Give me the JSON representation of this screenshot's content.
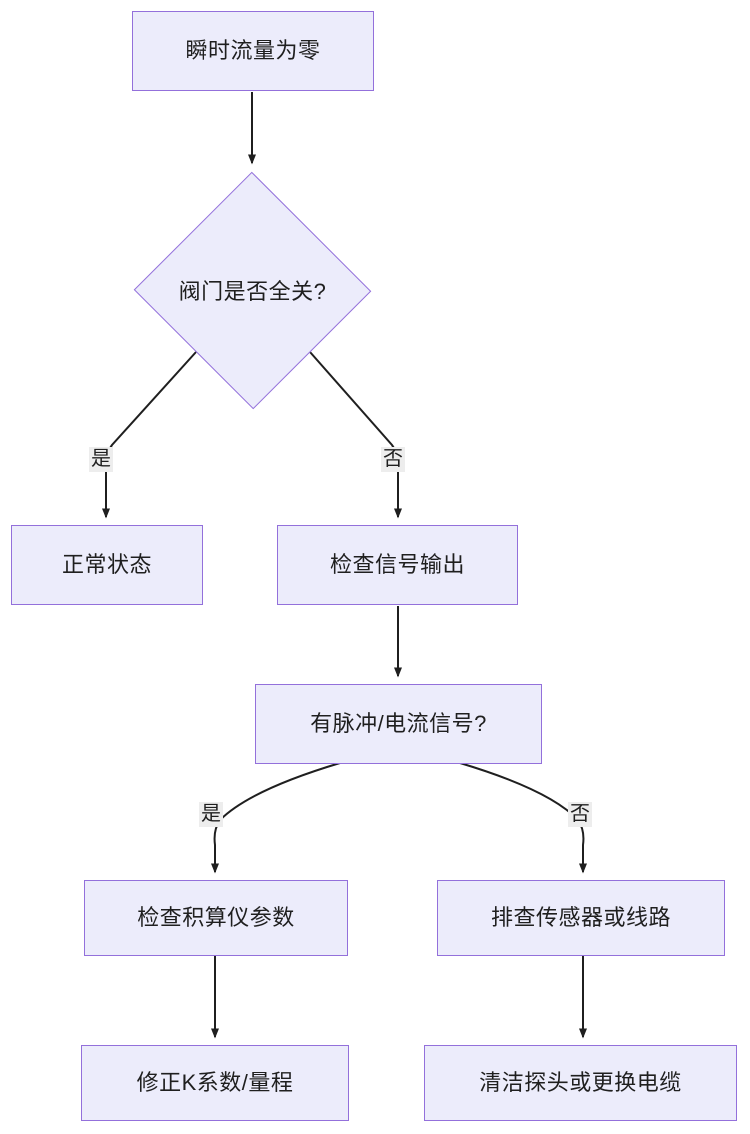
{
  "diagram": {
    "type": "flowchart",
    "title": "",
    "orientation": "top-down",
    "theme": {
      "node_fill": "#ececfb",
      "node_border": "#9370db",
      "edge_color": "#1f1f1f",
      "edge_label_bg": "#ededed",
      "text_color": "#1f1f1f",
      "background": "#ffffff"
    },
    "nodes": [
      {
        "id": "n1",
        "label": "瞬时流量为零",
        "shape": "rect"
      },
      {
        "id": "n2",
        "label": "阀门是否全关?",
        "shape": "diamond"
      },
      {
        "id": "n3",
        "label": "正常状态",
        "shape": "rect"
      },
      {
        "id": "n4",
        "label": "检查信号输出",
        "shape": "rect"
      },
      {
        "id": "n5",
        "label": "有脉冲/电流信号?",
        "shape": "rect"
      },
      {
        "id": "n6",
        "label": "检查积算仪参数",
        "shape": "rect"
      },
      {
        "id": "n7",
        "label": "排查传感器或线路",
        "shape": "rect"
      },
      {
        "id": "n8",
        "label": "修正K系数/量程",
        "shape": "rect"
      },
      {
        "id": "n9",
        "label": "清洁探头或更换电缆",
        "shape": "rect"
      }
    ],
    "edges": [
      {
        "from": "n1",
        "to": "n2",
        "label": ""
      },
      {
        "from": "n2",
        "to": "n3",
        "label": "是"
      },
      {
        "from": "n2",
        "to": "n4",
        "label": "否"
      },
      {
        "from": "n4",
        "to": "n5",
        "label": ""
      },
      {
        "from": "n5",
        "to": "n6",
        "label": "是"
      },
      {
        "from": "n5",
        "to": "n7",
        "label": "否"
      },
      {
        "from": "n6",
        "to": "n8",
        "label": ""
      },
      {
        "from": "n7",
        "to": "n9",
        "label": ""
      }
    ]
  }
}
